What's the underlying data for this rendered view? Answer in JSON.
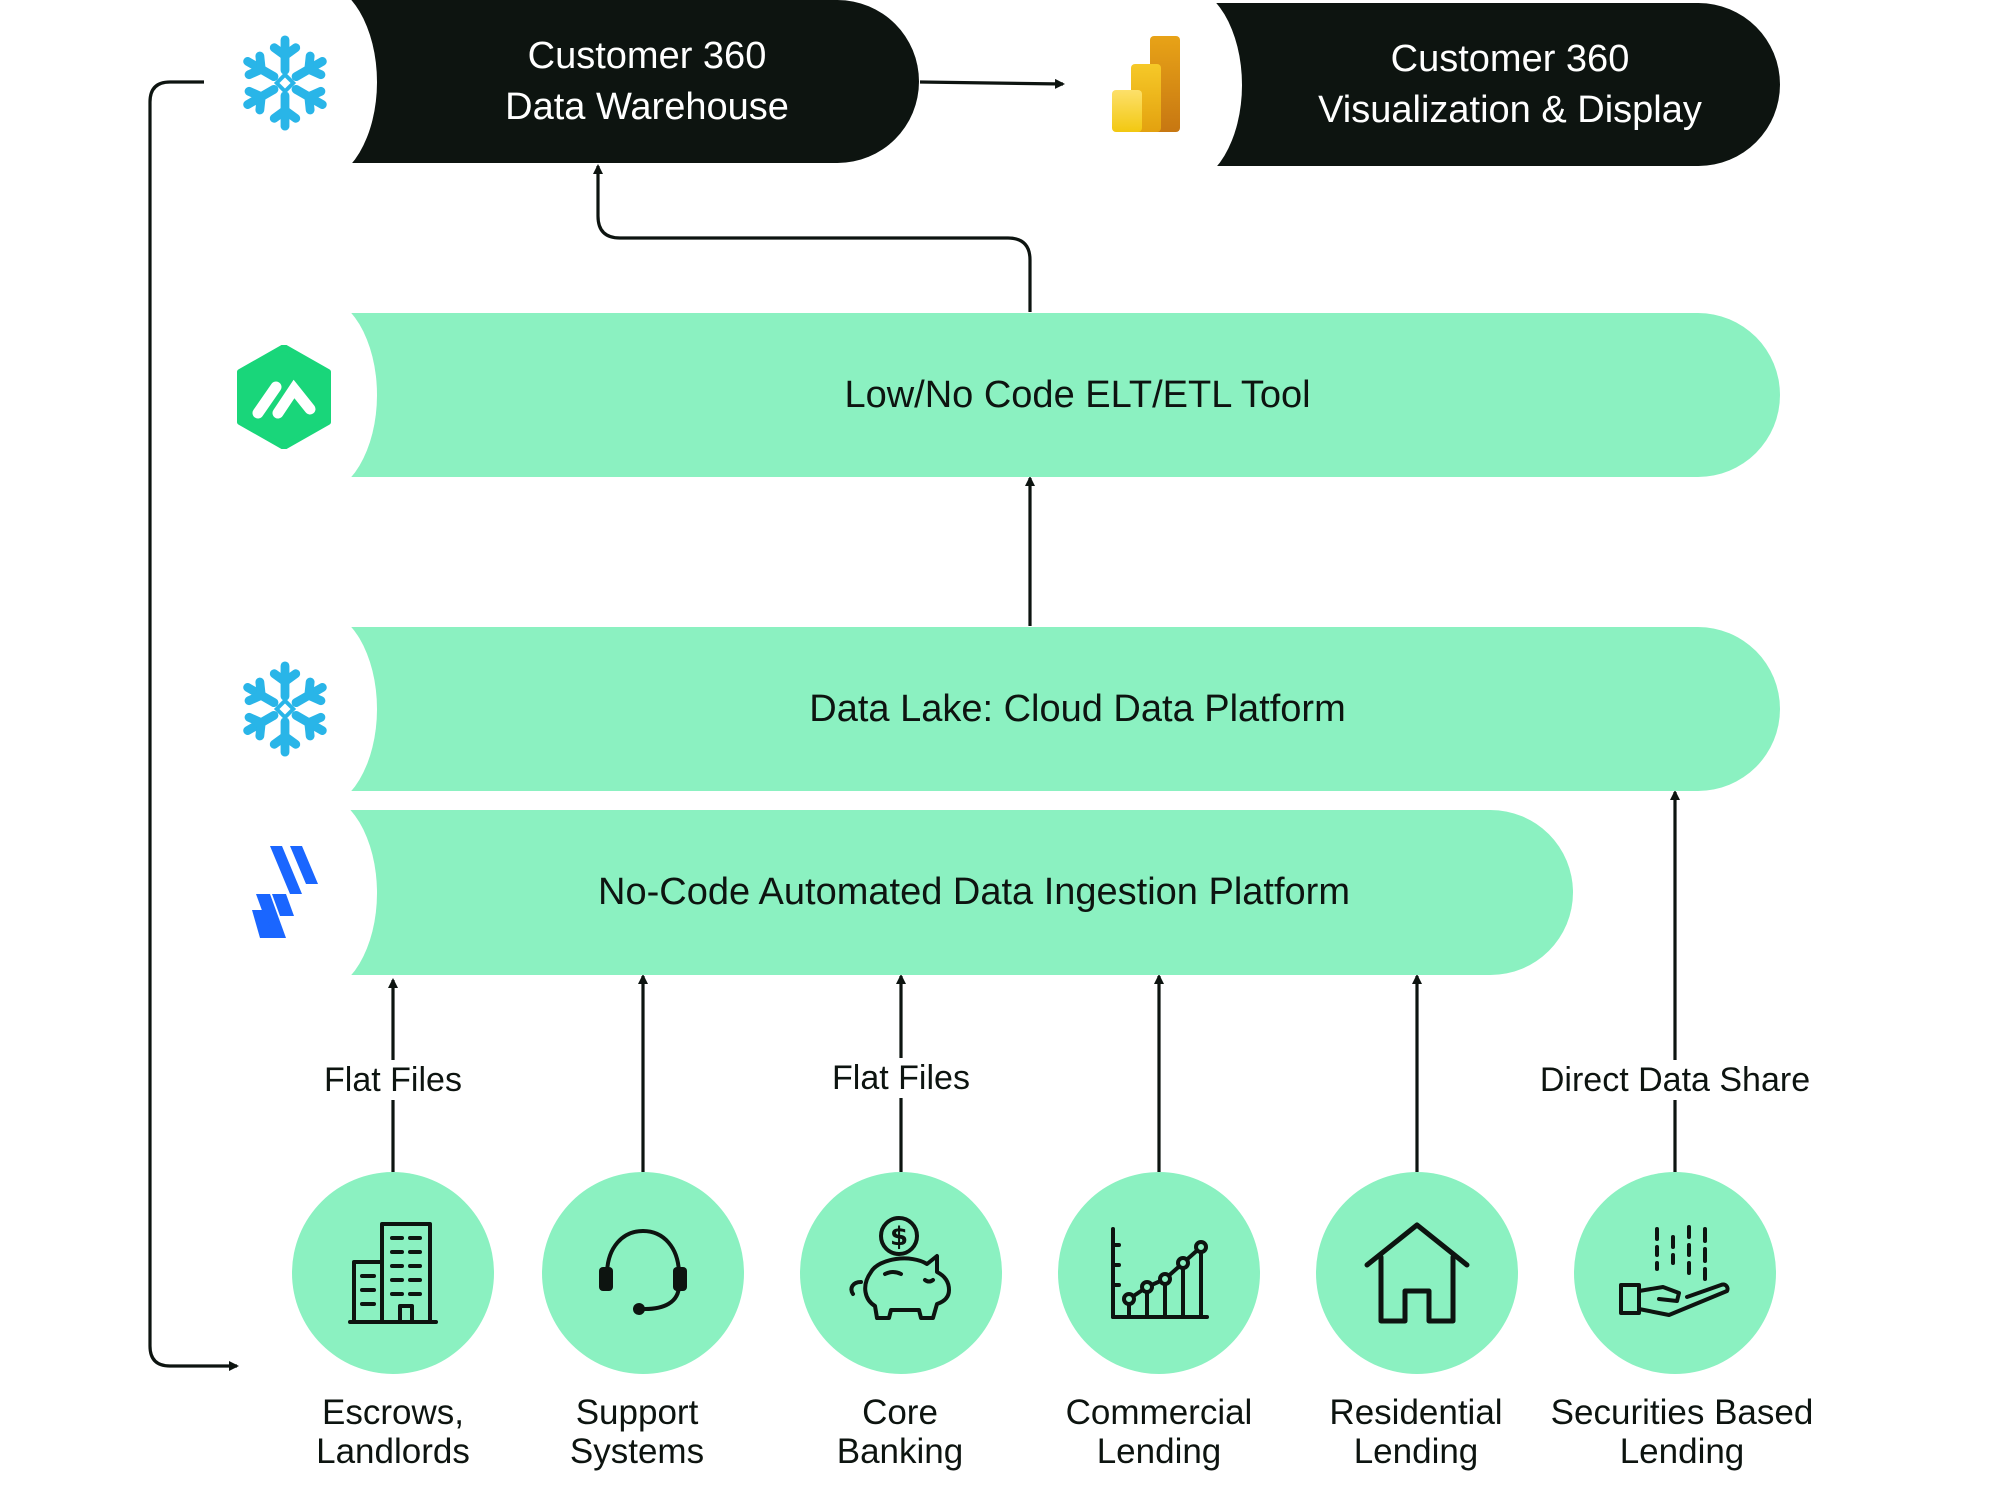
{
  "top": {
    "warehouse": {
      "line1": "Customer 360",
      "line2": "Data Warehouse",
      "logo": "snowflake-icon"
    },
    "visualization": {
      "line1": "Customer 360",
      "line2": "Visualization & Display",
      "logo": "power-bi-icon"
    }
  },
  "layers": {
    "etl": {
      "label": "Low/No Code ELT/ETL Tool",
      "logo": "matillion-icon"
    },
    "lake": {
      "label": "Data Lake: Cloud Data Platform",
      "logo": "snowflake-icon"
    },
    "ingestion": {
      "label": "No-Code Automated Data Ingestion Platform",
      "logo": "fivetran-icon"
    }
  },
  "edge_labels": {
    "escrows": "Flat Files",
    "banking": "Flat Files",
    "securities": "Direct Data Share"
  },
  "sources": [
    {
      "line1": "Escrows,",
      "line2": "Landlords",
      "icon": "building-icon"
    },
    {
      "line1": "Support",
      "line2": "Systems",
      "icon": "headset-icon"
    },
    {
      "line1": "Core",
      "line2": "Banking",
      "icon": "piggy-bank-icon"
    },
    {
      "line1": "Commercial",
      "line2": "Lending",
      "icon": "growth-chart-icon"
    },
    {
      "line1": "Residential",
      "line2": "Lending",
      "icon": "house-icon"
    },
    {
      "line1": "Securities Based",
      "line2": "Lending",
      "icon": "hand-money-icon"
    }
  ],
  "colors": {
    "dark": "#0d1410",
    "green": "#8bf1c1",
    "snowflake": "#29b5e8",
    "matillion": "#19d67a",
    "fivetran": "#1a66ff",
    "powerbi": "#f2c811"
  }
}
